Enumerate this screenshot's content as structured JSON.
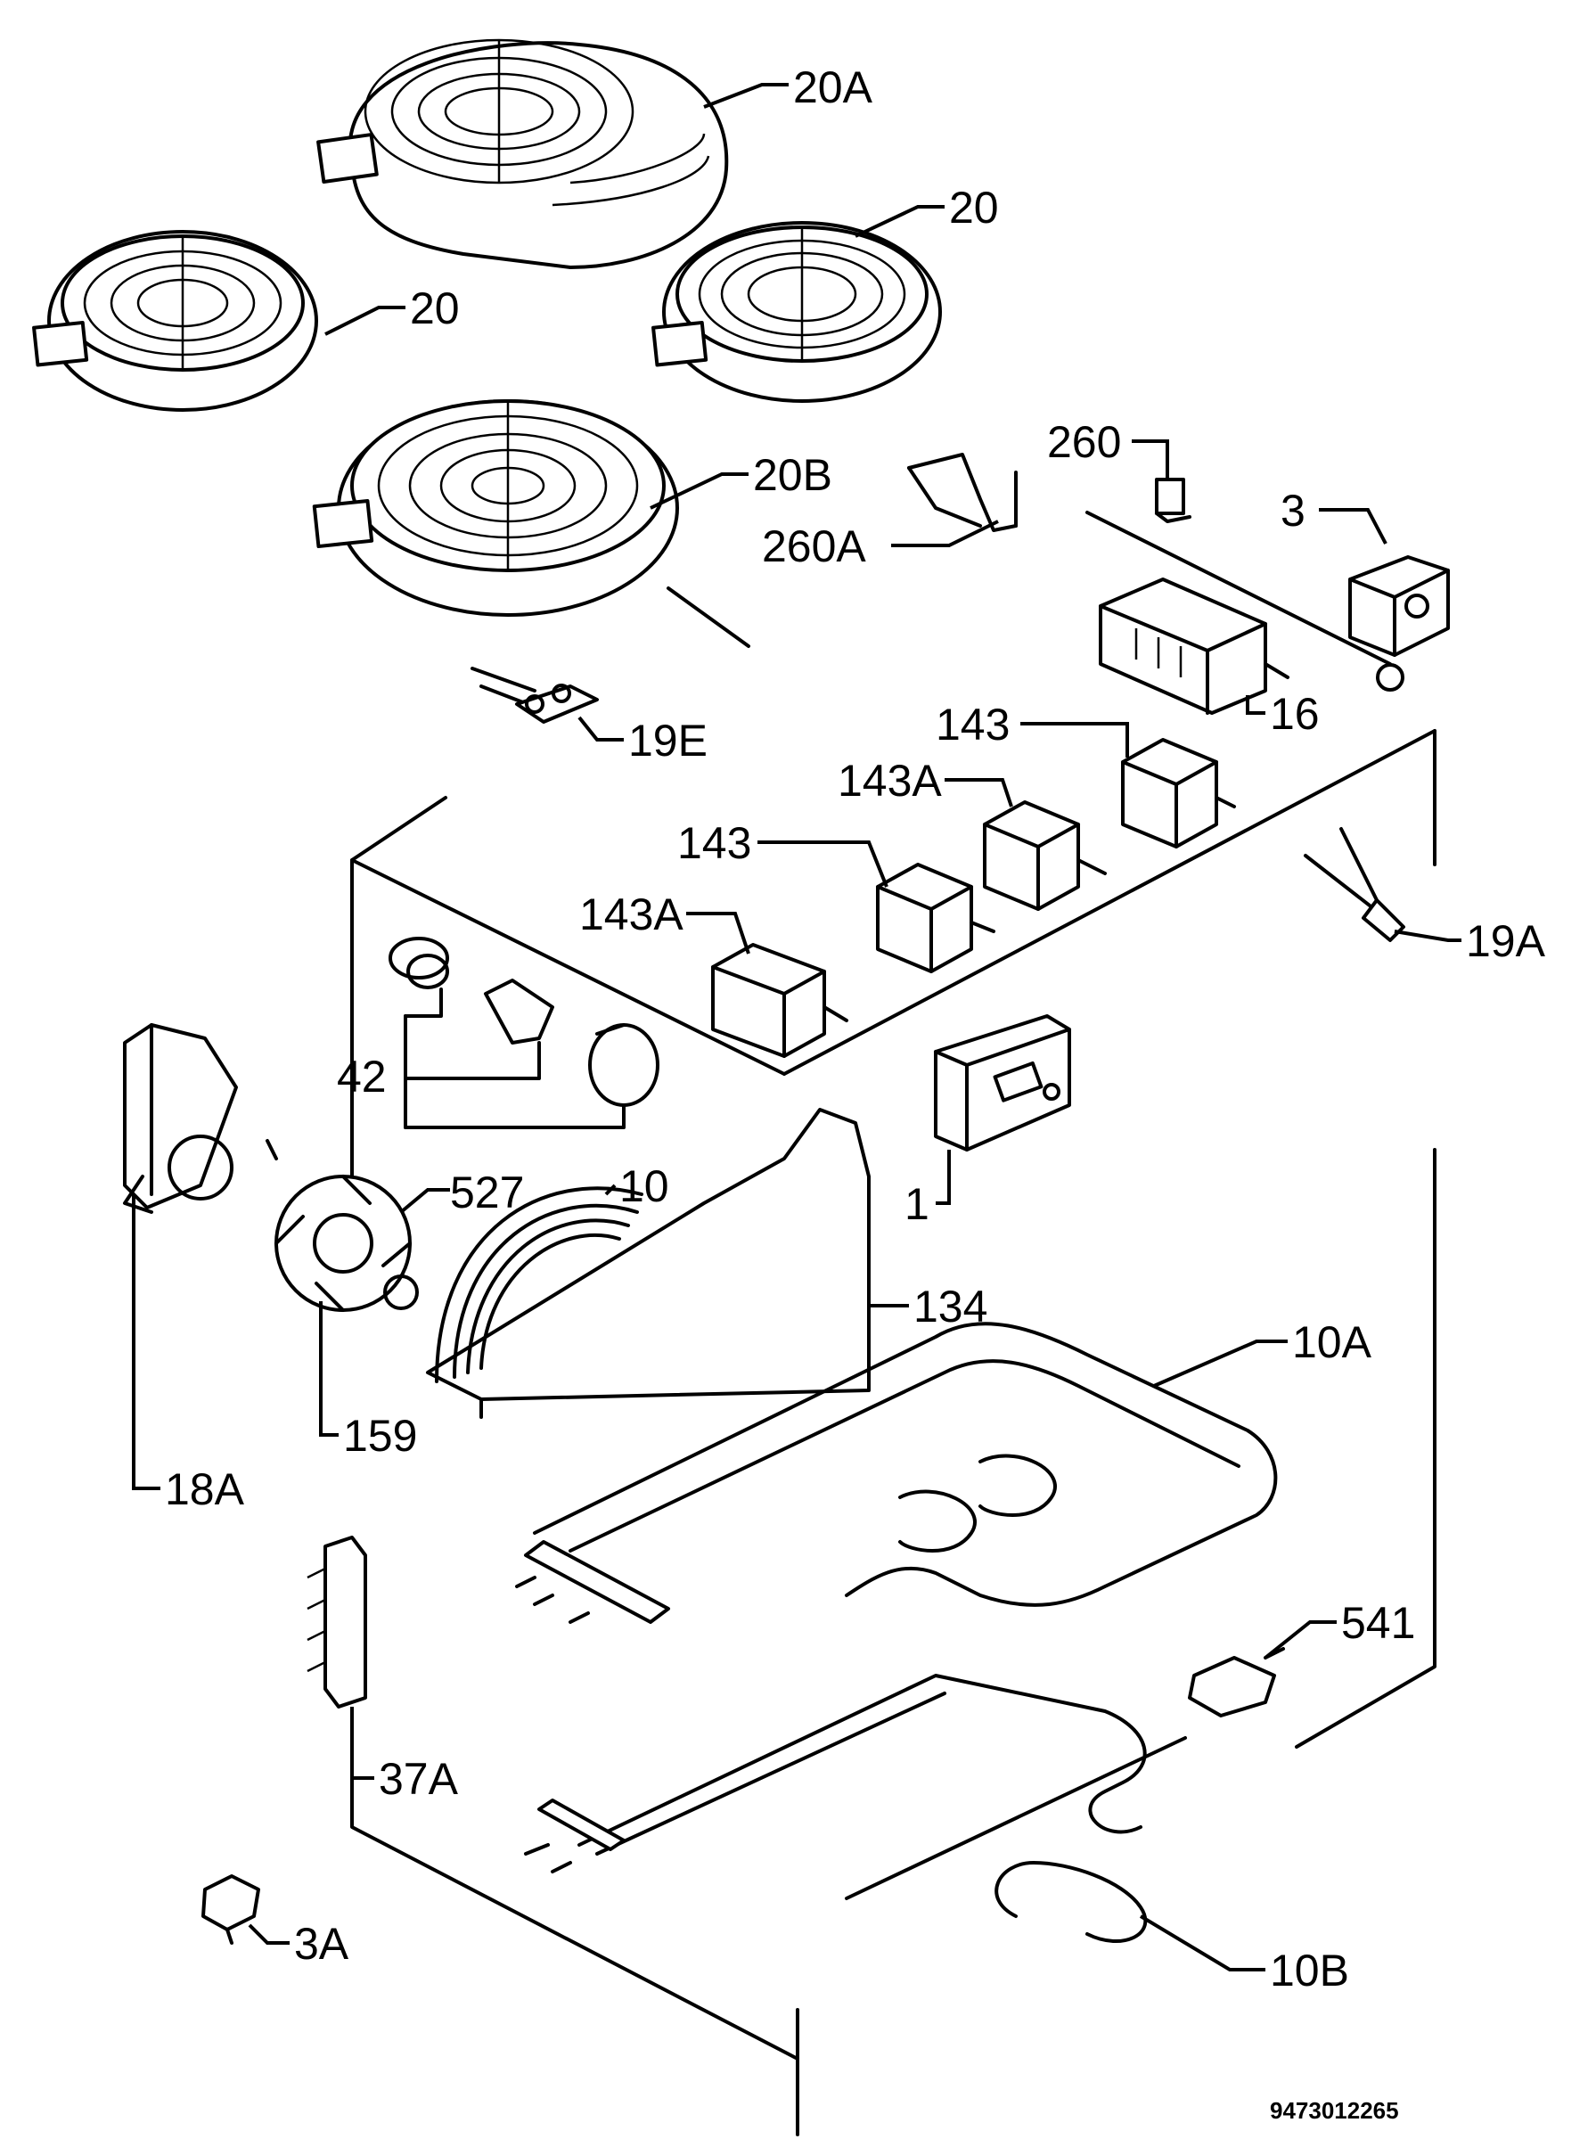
{
  "diagram": {
    "labels": {
      "l20A": "20A",
      "l20_right": "20",
      "l20_left": "20",
      "l20B": "20B",
      "l260": "260",
      "l260A": "260A",
      "l3": "3",
      "l16": "16",
      "l19E": "19E",
      "l143_upper": "143",
      "l143A_upper": "143A",
      "l143_lower": "143",
      "l143A_lower": "143A",
      "l19A": "19A",
      "l42": "42",
      "l1": "1",
      "l527": "527",
      "l10": "10",
      "l134": "134",
      "l10A": "10A",
      "l159": "159",
      "l18A": "18A",
      "l541": "541",
      "l37A": "37A",
      "l3A": "3A",
      "l10B": "10B"
    },
    "document_number": "9473012265"
  }
}
